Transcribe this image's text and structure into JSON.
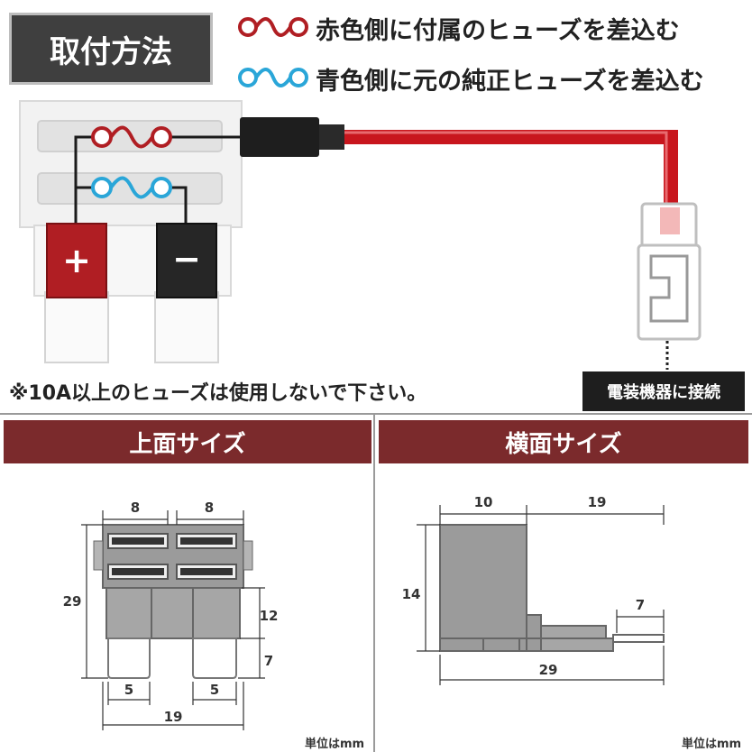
{
  "title": "取付方法",
  "legend": {
    "red": "赤色側に付属のヒューズを差込む",
    "blue": "青色側に元の純正ヒューズを差込む"
  },
  "terminals": {
    "plus": "+",
    "minus": "−"
  },
  "warning": "※10A以上のヒューズは使用しないで下さい。",
  "connect_label": "電装機器に接続",
  "top_view": {
    "heading": "上面サイズ",
    "dims": {
      "w_left": "8",
      "w_right": "8",
      "height": "29",
      "body": "12",
      "blade_len": "7",
      "blade_left": "5",
      "blade_right": "5",
      "total_width": "19"
    },
    "unit": "単位はmm"
  },
  "side_view": {
    "heading": "横面サイズ",
    "dims": {
      "top_left": "10",
      "top_right": "19",
      "height": "14",
      "wire": "7",
      "total": "29"
    },
    "unit": "単位はmm"
  },
  "colors": {
    "red_fuse": "#b01e23",
    "blue_fuse": "#2aa6d8",
    "section": "#7b2a2c",
    "cable": "#c8161d"
  }
}
